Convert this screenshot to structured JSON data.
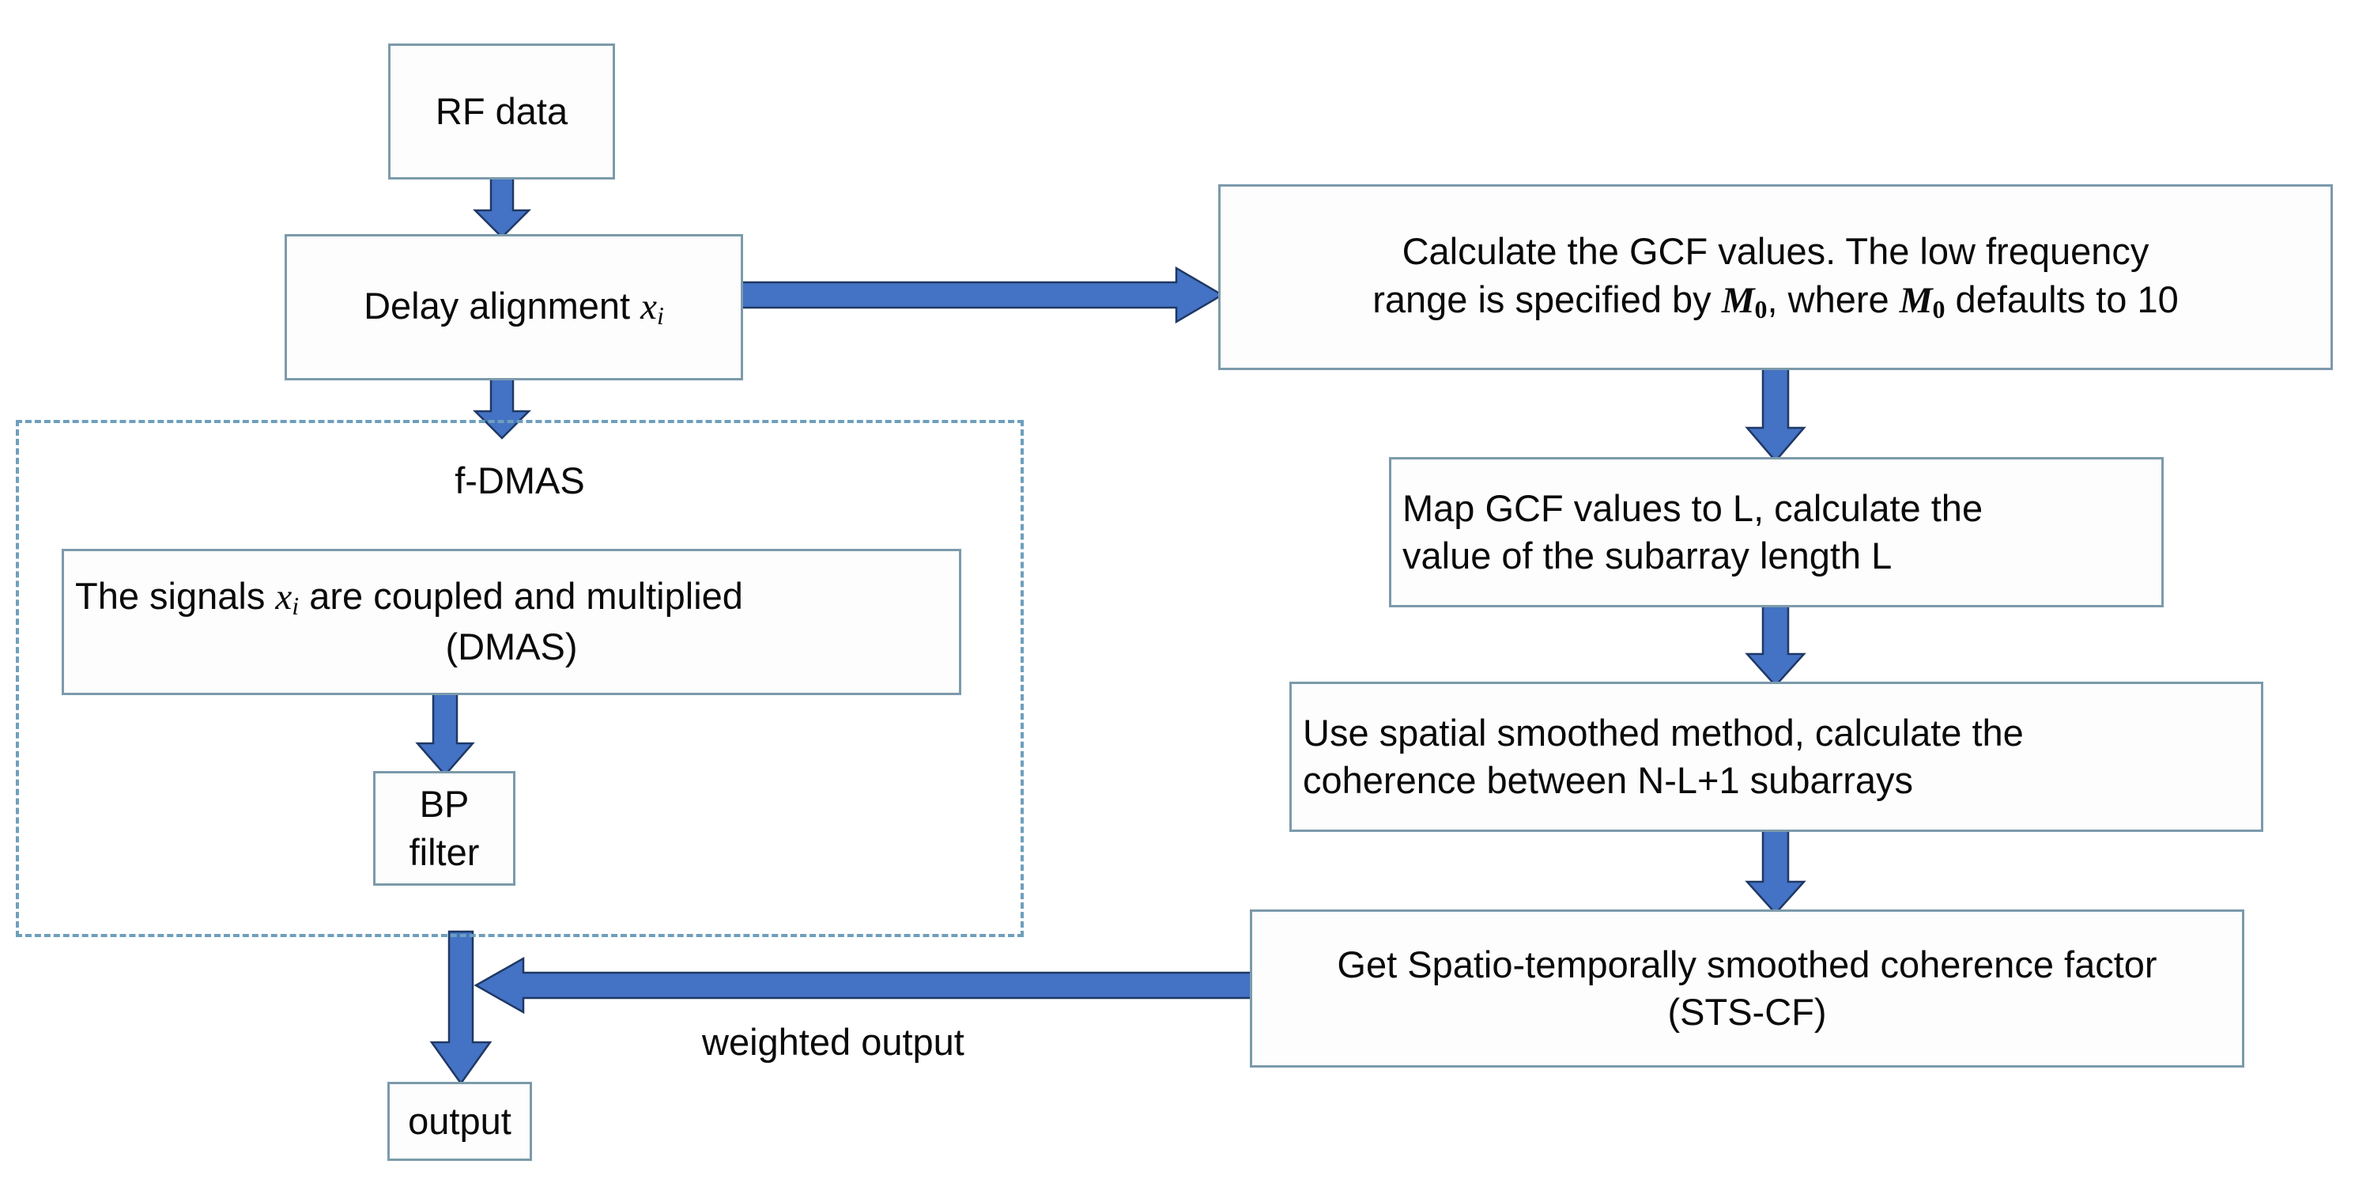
{
  "diagram": {
    "title": "Beamforming pipeline flowchart",
    "colors": {
      "arrow_fill": "#4472C4",
      "arrow_stroke": "#1F3864",
      "box_border": "#7C9AAB",
      "box_fill": "#FCFDFC",
      "dashed_border": "#6E9FBC",
      "text": "#0A0A0A"
    },
    "nodes": {
      "rf_data": {
        "label": "RF data"
      },
      "delay_alignment": {
        "label_prefix": "Delay alignment ",
        "variable": "x",
        "subscript": "i"
      },
      "gcf": {
        "line1": "Calculate the GCF values. The low frequency",
        "line2_part1": "range is specified by ",
        "line2_var1": "M",
        "line2_sub1": "0",
        "line2_part2": ", where ",
        "line2_var2": "M",
        "line2_sub2": "0",
        "line2_part3": " defaults to 10"
      },
      "map_gcf": {
        "line1": "Map GCF values to L, calculate the",
        "line2": "value of the subarray length L"
      },
      "spatial_smoothed": {
        "line1": "Use spatial smoothed method, calculate the",
        "line2": "coherence between N-L+1 subarrays"
      },
      "sts_cf": {
        "line1": "Get Spatio-temporally smoothed coherence factor",
        "line2": "(STS-CF)"
      },
      "dmas": {
        "line1_part1": "The signals ",
        "line1_var": "x",
        "line1_sub": "i",
        "line1_part2": " are coupled and multiplied",
        "line2": "(DMAS)"
      },
      "bp_filter": {
        "label": "BP filter"
      },
      "output": {
        "label": "output"
      }
    },
    "groups": {
      "fdmas": {
        "label": "f-DMAS"
      }
    },
    "edge_labels": {
      "weighted_output": "weighted output"
    }
  }
}
